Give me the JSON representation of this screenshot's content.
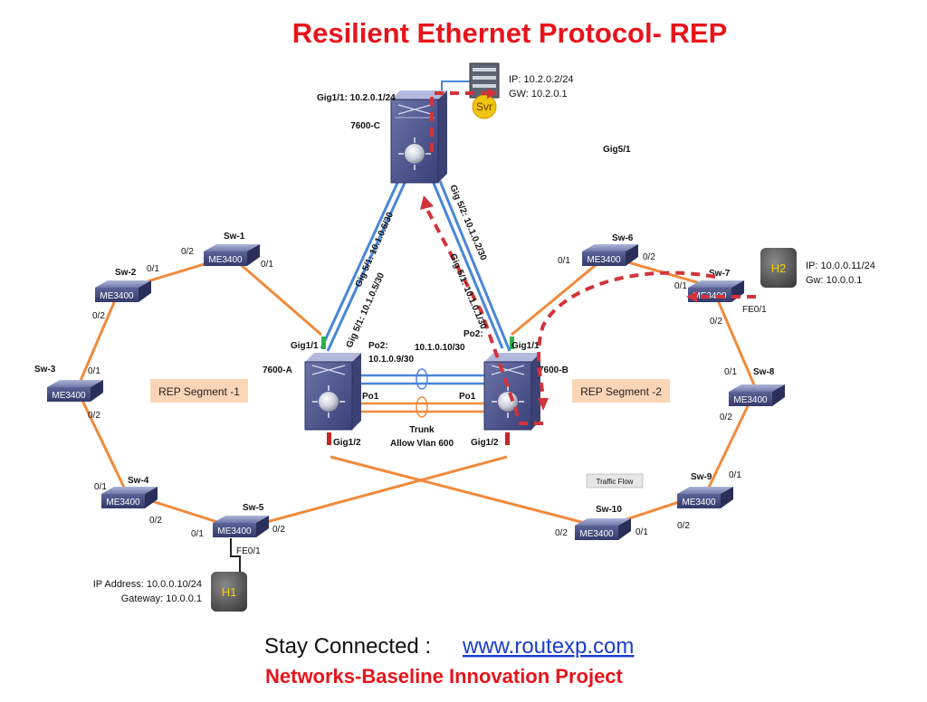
{
  "title": "Resilient Ethernet Protocol- REP",
  "switch_model": "ME3400",
  "switches": {
    "sw1": "Sw-1",
    "sw2": "Sw-2",
    "sw3": "Sw-3",
    "sw4": "Sw-4",
    "sw5": "Sw-5",
    "sw6": "Sw-6",
    "sw7": "Sw-7",
    "sw8": "Sw-8",
    "sw9": "Sw-9",
    "sw10": "Sw-10"
  },
  "routers": {
    "c": "7600-C",
    "a": "7600-A",
    "b": "7600-B"
  },
  "ports": {
    "p01": "0/1",
    "p02": "0/2",
    "fe01": "FE0/1",
    "gig11": "Gig1/1",
    "gig12": "Gig1/2"
  },
  "links": {
    "c_to_svr": "Gig1/1: 10.2.0.1/24",
    "gig51": "Gig5/1",
    "c_a_1": "Gig 5/1: 10.1.0.6/30",
    "c_a_2": "Gig 5/1: 10.1.0.5/30",
    "c_b_1": "Gig 5/2: 10.1.0.2/30",
    "c_b_2": "Gig 5/1: 10.1.0.1/30",
    "po2": "Po2:",
    "po2_a_ip": "10.1.0.9/30",
    "po2_b_ip": "10.1.0.10/30",
    "po1": "Po1",
    "trunk": "Trunk",
    "allow_vlan": "Allow Vlan 600"
  },
  "segments": {
    "seg1": "REP Segment -1",
    "seg2": "REP Segment -2"
  },
  "server": {
    "label": "Svr",
    "ip": "IP: 10.2.0.2/24",
    "gw": "GW: 10.2.0.1"
  },
  "host1": {
    "label": "H1",
    "ip": "IP Address: 10.0.0.10/24",
    "gw": "Gateway: 10.0.0.1"
  },
  "host2": {
    "label": "H2",
    "ip": "IP: 10.0.0.11/24",
    "gw": "Gw: 10.0.0.1"
  },
  "traffic_flow": "Traffic Flow",
  "footer": {
    "stay": "Stay Connected : ",
    "link": "www.routexp.com",
    "project": "Networks-Baseline Innovation Project"
  },
  "colors": {
    "title": "#e8141b",
    "orange_link": "#f08a3c",
    "blue_link": "#4a86d8",
    "flow": "#d2333a",
    "link_text": "#1a3ccc"
  }
}
